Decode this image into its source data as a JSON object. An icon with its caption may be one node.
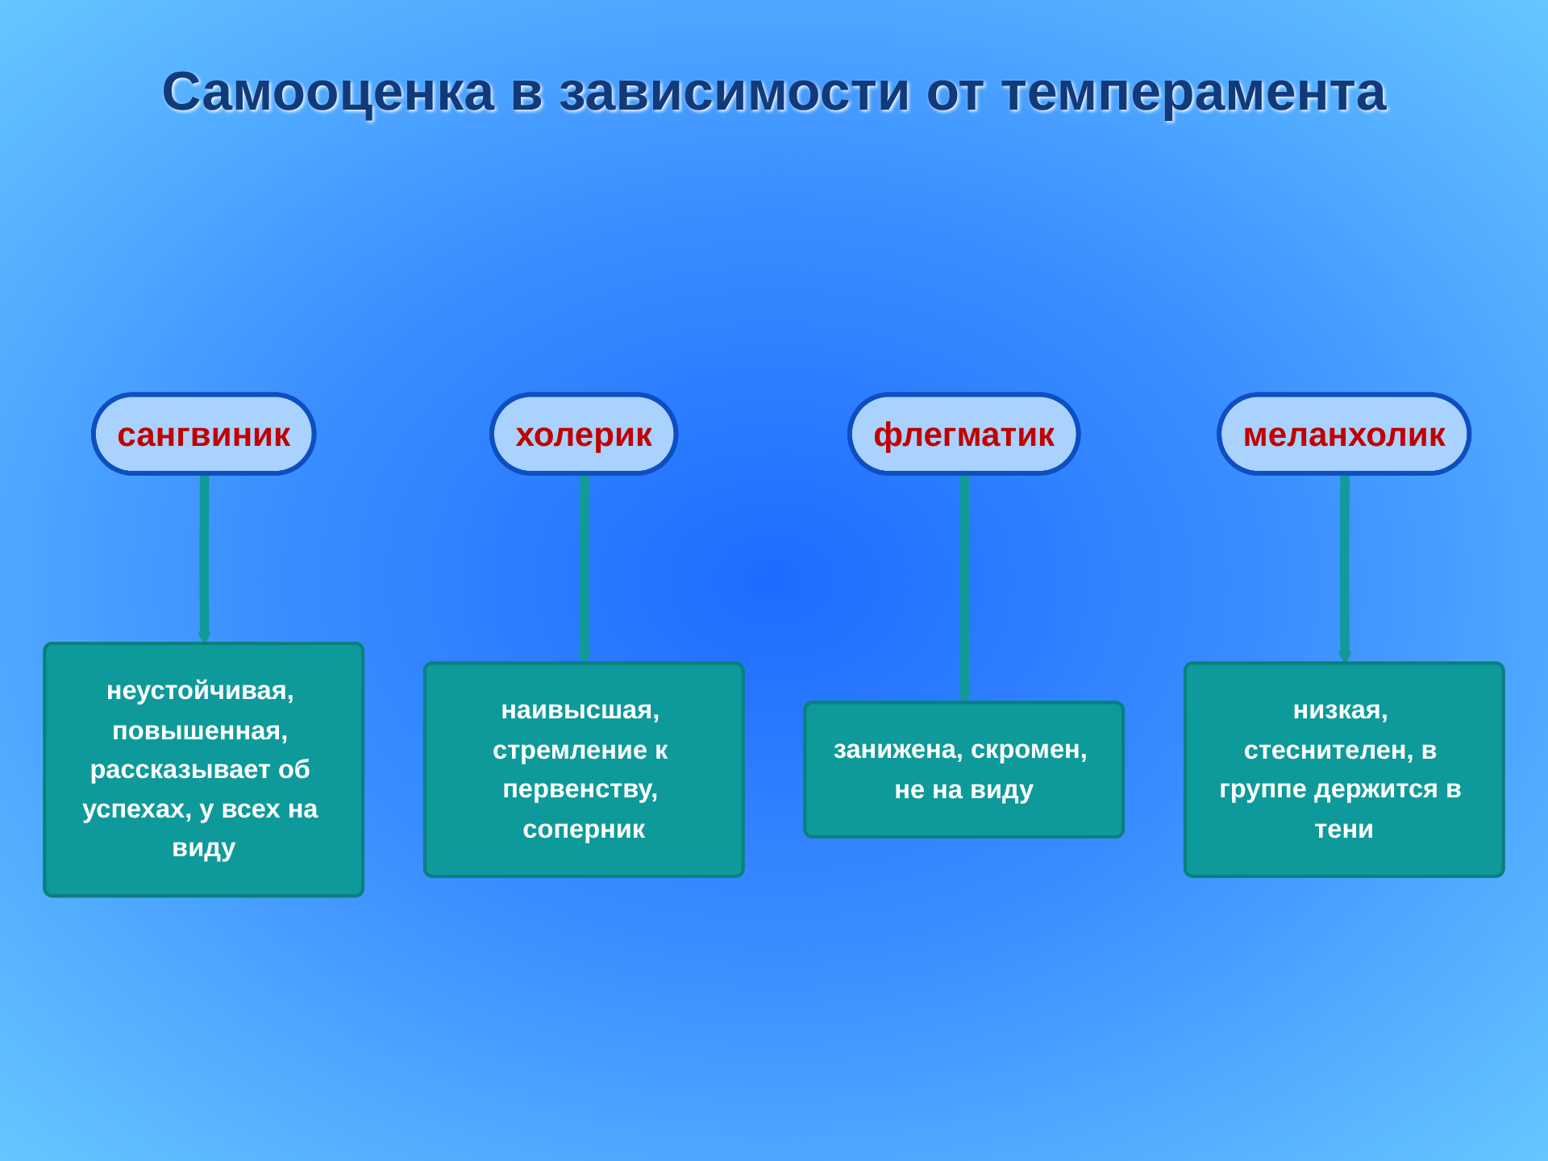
{
  "diagram": {
    "title": "Самооценка в зависимости от темперамента",
    "nodes": [
      {
        "text": [
          "сангвиник"
        ]
      },
      {
        "text": [
          "меланхолик"
        ]
      },
      {
        "text": [
          "холерик"
        ]
      },
      {
        "text": [
          "флегматик"
        ]
      },
      {
        "text": [
          "неустойчивая, повышенная, рассказывает об успехах, у всех на виду"
        ]
      },
      {
        "text": [
          "низкая, стеснителен, в группе держится в тени"
        ]
      },
      {
        "text": [
          "наивысшая, стремление к первенству, соперник"
        ]
      },
      {
        "text": [
          "занижена, скромен, не на виду"
        ]
      }
    ],
    "edges": [
      {
        "from": 0,
        "to": 4,
        "arrow": "to"
      },
      {
        "from": 2,
        "to": 6,
        "arrow": "to"
      },
      {
        "from": 3,
        "to": 7,
        "arrow": "to"
      },
      {
        "from": 1,
        "to": 5,
        "arrow": "to"
      }
    ]
  }
}
